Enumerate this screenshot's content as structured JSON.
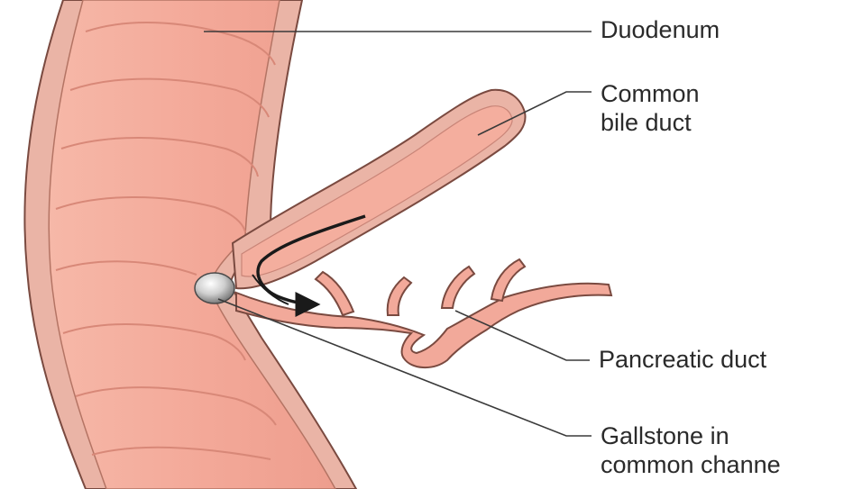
{
  "labels": {
    "duodenum": "Duodenum",
    "common_bile_duct": [
      "Common",
      "bile duct"
    ],
    "pancreatic_duct": "Pancreatic duct",
    "gallstone": [
      "Gallstone in",
      "common channe"
    ]
  },
  "colors": {
    "tissue_fill": "#f2a99a",
    "tissue_light": "#f7c2b4",
    "wall": "#c98578",
    "outline": "#7a4a40",
    "leader": "#3a3a3a",
    "arrow": "#1a1a1a",
    "stone": "#bdbdbd"
  }
}
